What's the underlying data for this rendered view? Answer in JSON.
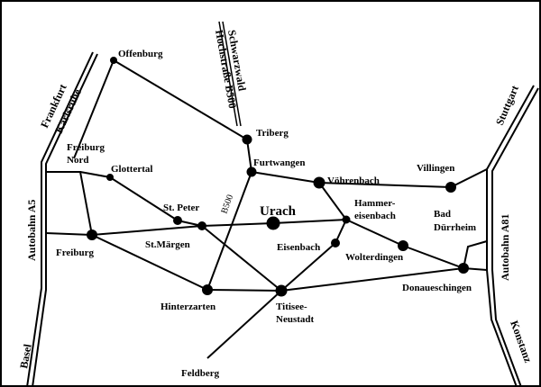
{
  "map": {
    "places": {
      "offenburg": "Offenburg",
      "triberg": "Triberg",
      "furtwangen": "Furtwangen",
      "voehrenbach": "Vöhrenbach",
      "villingen": "Villingen",
      "freiburg_nord_1": "Freiburg",
      "freiburg_nord_2": "Nord",
      "glottertal": "Glottertal",
      "st_peter": "St. Peter",
      "urach": "Urach",
      "hammereisenbach_1": "Hammer-",
      "hammereisenbach_2": "eisenbach",
      "bad_duerrheim_1": "Bad",
      "bad_duerrheim_2": "Dürrheim",
      "freiburg": "Freiburg",
      "st_maergen": "St.Märgen",
      "eisenbach": "Eisenbach",
      "wolterdingen": "Wolterdingen",
      "donaueschingen": "Donaueschingen",
      "hinterzarten": "Hinterzarten",
      "titisee_1": "Titisee-",
      "titisee_2": "Neustadt",
      "feldberg": "Feldberg"
    },
    "roads": {
      "frankfurt": "Frankfurt",
      "karlsruhe": "Karlsruhe",
      "autobahn_a5": "Autobahn A5",
      "basel": "Basel",
      "stuttgart": "Stuttgart",
      "autobahn_a81": "Autobahn A81",
      "konstanz": "Konstanz",
      "schwarzwald": "Schwarzwald",
      "hochstrasse_b500": "Hochstraße B500",
      "b500": "B500"
    }
  }
}
